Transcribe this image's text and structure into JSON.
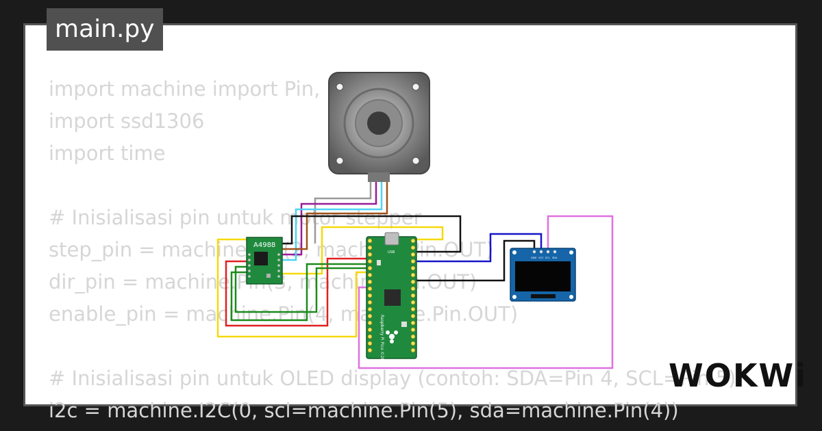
{
  "file_tab": {
    "label": "main.py"
  },
  "code_lines": [
    "import machine import Pin,",
    "import ssd1306",
    "import time",
    "",
    "# Inisialisasi pin untuk motor stepper",
    "step_pin = machine.Pin(2, machine.Pin.OUT)",
    "dir_pin = machine.Pin(3, machine.Pin.OUT)",
    "enable_pin = machine.Pin(4, machine.Pin.OUT)",
    "",
    "# Inisialisasi pin untuk OLED display (contoh: SDA=Pin 4, SCL=Pin 5)",
    "i2c = machine.I2C(0, scl=machine.Pin(5), sda=machine.Pin(4))"
  ],
  "components": {
    "driver": {
      "label": "A4988"
    },
    "pico": {
      "label": "Raspberry Pi Pico ©2020",
      "usb_label": "USB"
    },
    "oled": {
      "pins": [
        "GND",
        "VCC",
        "SCL",
        "SDA"
      ]
    }
  },
  "brand": {
    "logo": "WOKWi"
  },
  "colors": {
    "background": "#1b1b1b",
    "canvas": "#ffffff",
    "code_text": "#d6d6d6",
    "tab_bg": "#505050",
    "pcb_green": "#1f8a3d",
    "oled_blue": "#1565a8",
    "wire_yellow": "#f5d90a",
    "wire_red": "#e02020",
    "wire_green": "#1c8a1c",
    "wire_black": "#111111",
    "wire_blue": "#1515c8",
    "wire_cyan": "#4fd2f2",
    "wire_purple": "#9a1a9a",
    "wire_brown": "#a0521a",
    "wire_gray": "#9a9a9a",
    "wire_pink": "#e070e0"
  }
}
